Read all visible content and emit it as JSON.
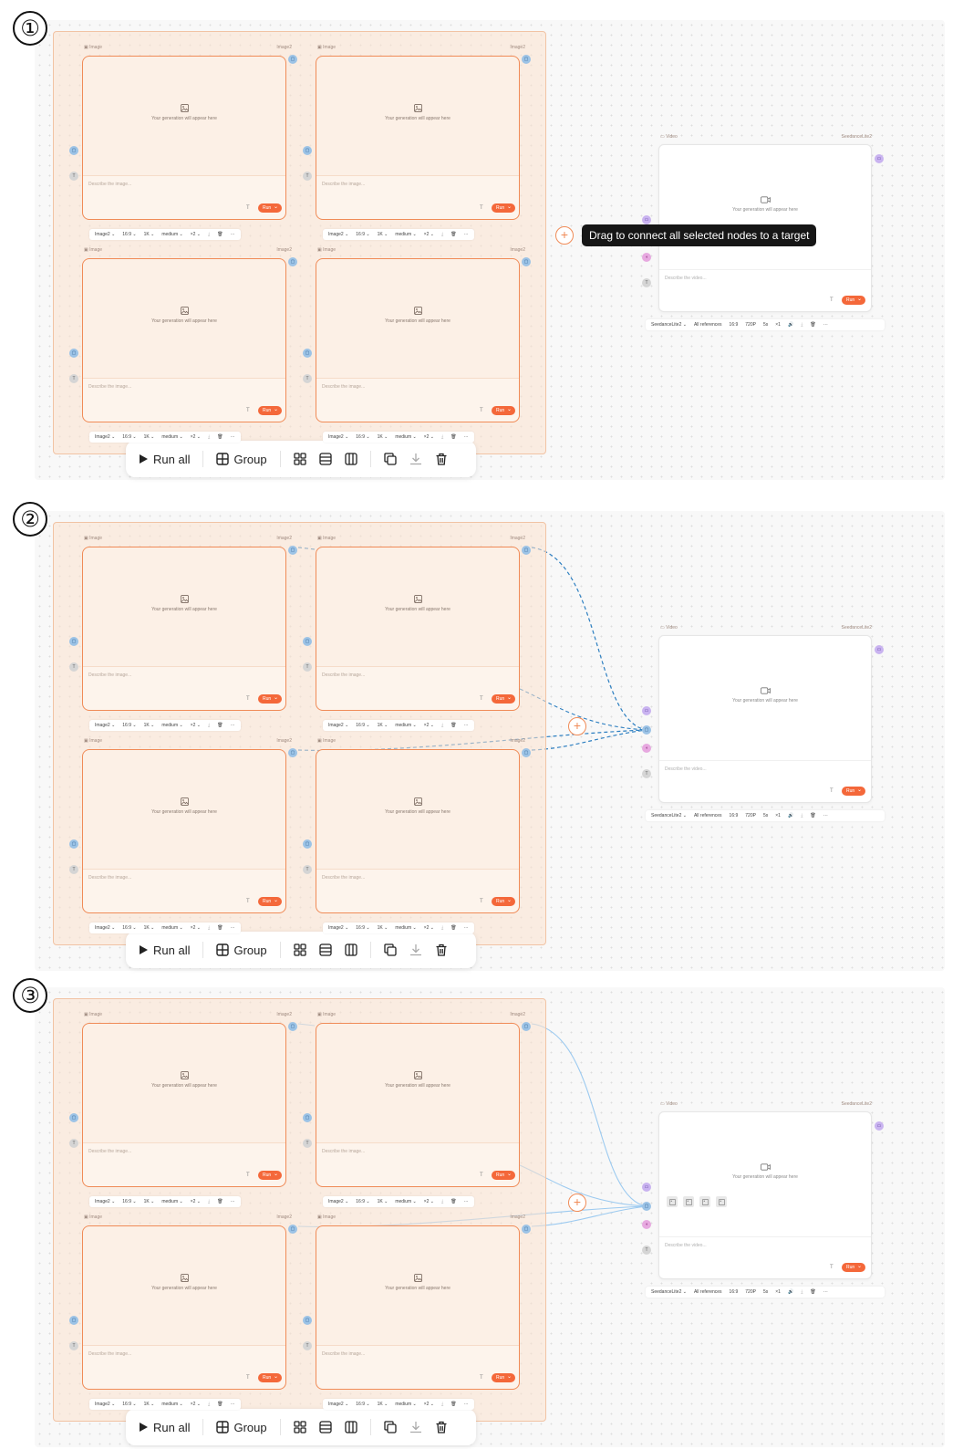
{
  "steps": [
    {
      "marker": "①",
      "wires": "none",
      "tooltip": "Drag to connect all selected nodes to a target",
      "refs": false
    },
    {
      "marker": "②",
      "wires": "dashed",
      "tooltip": "",
      "refs": false
    },
    {
      "marker": "③",
      "wires": "solid",
      "tooltip": "",
      "refs": true
    }
  ],
  "image_node": {
    "header_label": "Image",
    "header_model": "Image2",
    "placeholder": "Your generation will appear here",
    "prompt_placeholder": "Describe the image...",
    "text_icon": "T",
    "run_label": "Run",
    "toolbar": {
      "model": "Image2",
      "ratio": "16:9",
      "res": "1K",
      "quality": "medium",
      "count": "×2",
      "more": "···"
    }
  },
  "video_node": {
    "header_label": "Video",
    "header_model": "SeedanceLite2",
    "placeholder": "Your generation will appear here",
    "prompt_placeholder": "Describe the video...",
    "text_icon": "T",
    "run_label": "Run",
    "toolbar": {
      "model": "SeedanceLite2",
      "refs": "All references",
      "ratio": "16:9",
      "res": "720P",
      "duration": "5s",
      "count": "×1",
      "more": "···"
    }
  },
  "action_bar": {
    "run_all": "Run all",
    "group": "Group"
  },
  "colors": {
    "accent": "#f4683a",
    "node_border": "#f08b57",
    "wire": "#2d7fc1",
    "group_fill": "#fce2ce"
  }
}
